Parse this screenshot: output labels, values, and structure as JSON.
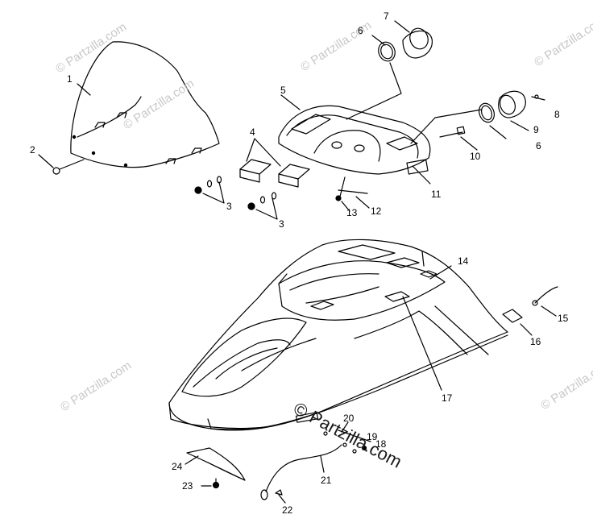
{
  "watermark": {
    "text": "© Partzilla.com"
  },
  "callouts": [
    {
      "id": "c1",
      "text": "1"
    },
    {
      "id": "c2",
      "text": "2"
    },
    {
      "id": "c3a",
      "text": "3"
    },
    {
      "id": "c3b",
      "text": "3"
    },
    {
      "id": "c4",
      "text": "4"
    },
    {
      "id": "c5",
      "text": "5"
    },
    {
      "id": "c6a",
      "text": "6"
    },
    {
      "id": "c6b",
      "text": "6"
    },
    {
      "id": "c7",
      "text": "7"
    },
    {
      "id": "c8",
      "text": "8"
    },
    {
      "id": "c9",
      "text": "9"
    },
    {
      "id": "c10",
      "text": "10"
    },
    {
      "id": "c11",
      "text": "11"
    },
    {
      "id": "c12",
      "text": "12"
    },
    {
      "id": "c13",
      "text": "13"
    },
    {
      "id": "c14",
      "text": "14"
    },
    {
      "id": "c15",
      "text": "15"
    },
    {
      "id": "c16",
      "text": "16"
    },
    {
      "id": "c17",
      "text": "17"
    },
    {
      "id": "c18",
      "text": "18"
    },
    {
      "id": "c19",
      "text": "19"
    },
    {
      "id": "c20",
      "text": "20"
    },
    {
      "id": "c21",
      "text": "21"
    },
    {
      "id": "c22",
      "text": "22"
    },
    {
      "id": "c23",
      "text": "23"
    },
    {
      "id": "c24",
      "text": "24"
    }
  ]
}
